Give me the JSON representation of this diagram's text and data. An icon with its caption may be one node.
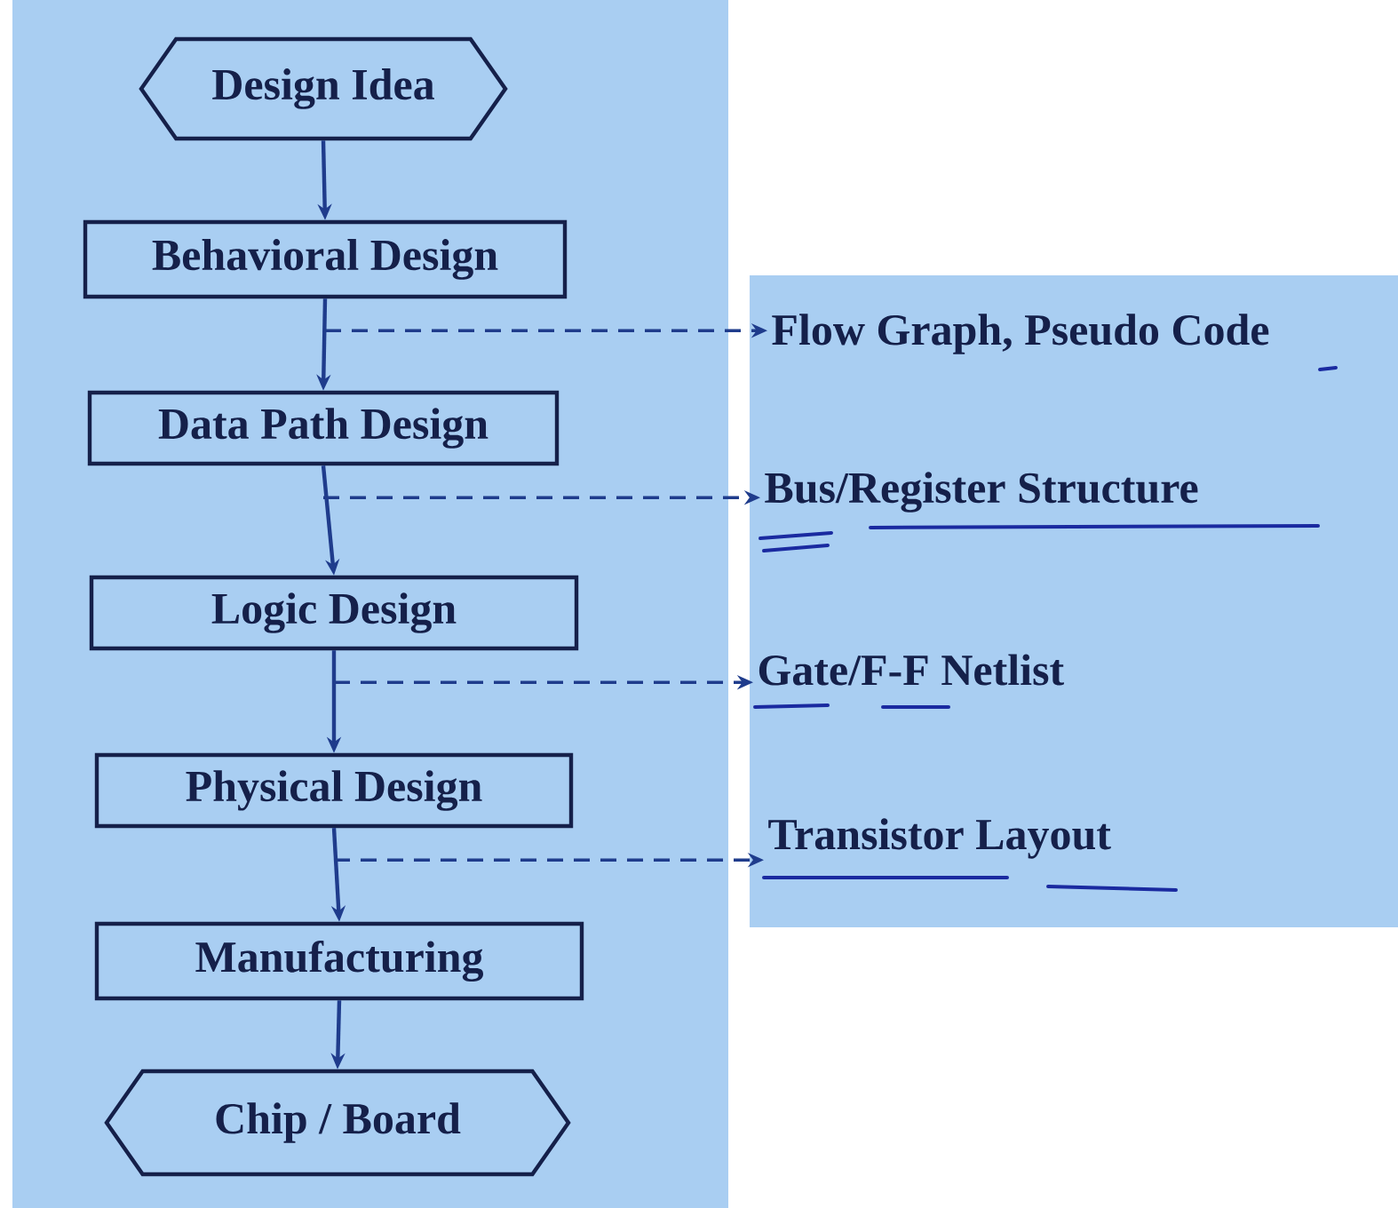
{
  "diagram": {
    "nodes": [
      {
        "text": [
          "Design Idea"
        ]
      },
      {
        "text": [
          "Behavioral Design"
        ]
      },
      {
        "text": [
          "Data Path Design"
        ]
      },
      {
        "text": [
          "Logic Design"
        ]
      },
      {
        "text": [
          "Physical Design"
        ]
      },
      {
        "text": [
          "Manufacturing"
        ]
      },
      {
        "text": [
          "Chip / Board"
        ]
      },
      {
        "text": [
          "Flow Graph, Pseudo Code"
        ]
      },
      {
        "text": [
          "Bus/Register Structure"
        ]
      },
      {
        "text": [
          "Gate/F-F Netlist"
        ]
      },
      {
        "text": [
          "Transistor Layout"
        ]
      }
    ],
    "edges": [
      {
        "from": 0,
        "to": 1,
        "arrow": "to"
      },
      {
        "from": 1,
        "to": 2,
        "arrow": "to"
      },
      {
        "from": 2,
        "to": 3,
        "arrow": "to"
      },
      {
        "from": 3,
        "to": 4,
        "arrow": "to"
      },
      {
        "from": 4,
        "to": 5,
        "arrow": "to"
      },
      {
        "from": 5,
        "to": 6,
        "arrow": "to"
      },
      {
        "from": 1,
        "to": 7,
        "arrow": "to",
        "style": "dashed"
      },
      {
        "from": 2,
        "to": 8,
        "arrow": "to",
        "style": "dashed"
      },
      {
        "from": 3,
        "to": 9,
        "arrow": "to",
        "style": "dashed"
      },
      {
        "from": 4,
        "to": 10,
        "arrow": "to",
        "style": "dashed"
      }
    ]
  }
}
